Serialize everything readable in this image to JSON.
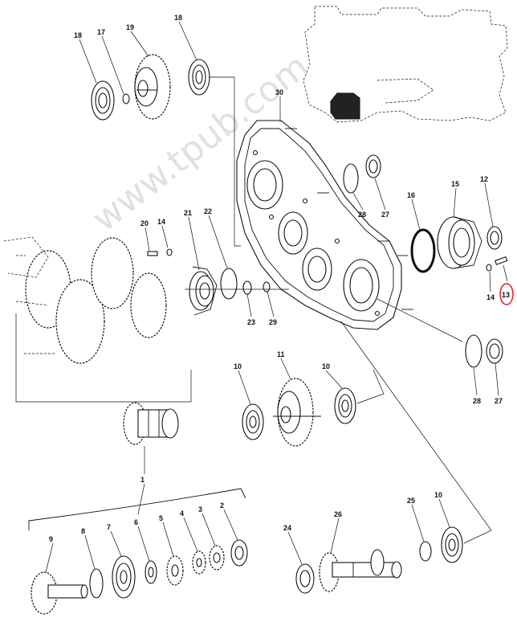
{
  "watermark": "www.tpub.com",
  "highlight_color": "#e0202a",
  "callouts": [
    {
      "id": "c18a",
      "text": "18"
    },
    {
      "id": "c17",
      "text": "17"
    },
    {
      "id": "c19",
      "text": "19"
    },
    {
      "id": "c18b",
      "text": "18"
    },
    {
      "id": "c30",
      "text": "30"
    },
    {
      "id": "c28a",
      "text": "28"
    },
    {
      "id": "c27a",
      "text": "27"
    },
    {
      "id": "c16",
      "text": "16"
    },
    {
      "id": "c15",
      "text": "15"
    },
    {
      "id": "c12",
      "text": "12"
    },
    {
      "id": "c20",
      "text": "20"
    },
    {
      "id": "c14a",
      "text": "14"
    },
    {
      "id": "c21",
      "text": "21"
    },
    {
      "id": "c22",
      "text": "22"
    },
    {
      "id": "c23",
      "text": "23"
    },
    {
      "id": "c29",
      "text": "29"
    },
    {
      "id": "c14b",
      "text": "14"
    },
    {
      "id": "c13",
      "text": "13"
    },
    {
      "id": "c28b",
      "text": "28"
    },
    {
      "id": "c27b",
      "text": "27"
    },
    {
      "id": "c10a",
      "text": "10"
    },
    {
      "id": "c11",
      "text": "11"
    },
    {
      "id": "c10b",
      "text": "10"
    },
    {
      "id": "c1",
      "text": "1"
    },
    {
      "id": "c9",
      "text": "9"
    },
    {
      "id": "c8",
      "text": "8"
    },
    {
      "id": "c7",
      "text": "7"
    },
    {
      "id": "c6",
      "text": "6"
    },
    {
      "id": "c5",
      "text": "5"
    },
    {
      "id": "c4",
      "text": "4"
    },
    {
      "id": "c3",
      "text": "3"
    },
    {
      "id": "c2",
      "text": "2"
    },
    {
      "id": "c24",
      "text": "24"
    },
    {
      "id": "c26",
      "text": "26"
    },
    {
      "id": "c25",
      "text": "25"
    },
    {
      "id": "c10c",
      "text": "10"
    }
  ]
}
